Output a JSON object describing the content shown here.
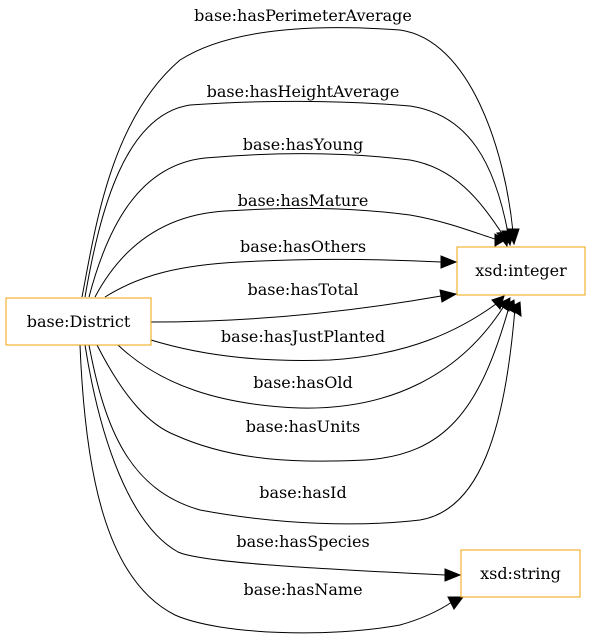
{
  "colors": {
    "node_border": "#f0a30a",
    "edge": "#000000",
    "text": "#000000",
    "background": "#ffffff"
  },
  "nodes": {
    "district": "base:District",
    "integer": "xsd:integer",
    "string": "xsd:string"
  },
  "edges": [
    {
      "label": "base:hasPerimeterAverage",
      "target": "integer"
    },
    {
      "label": "base:hasHeightAverage",
      "target": "integer"
    },
    {
      "label": "base:hasYoung",
      "target": "integer"
    },
    {
      "label": "base:hasMature",
      "target": "integer"
    },
    {
      "label": "base:hasOthers",
      "target": "integer"
    },
    {
      "label": "base:hasTotal",
      "target": "integer"
    },
    {
      "label": "base:hasJustPlanted",
      "target": "integer"
    },
    {
      "label": "base:hasOld",
      "target": "integer"
    },
    {
      "label": "base:hasUnits",
      "target": "integer"
    },
    {
      "label": "base:hasId",
      "target": "integer"
    },
    {
      "label": "base:hasSpecies",
      "target": "string"
    },
    {
      "label": "base:hasName",
      "target": "string"
    }
  ]
}
